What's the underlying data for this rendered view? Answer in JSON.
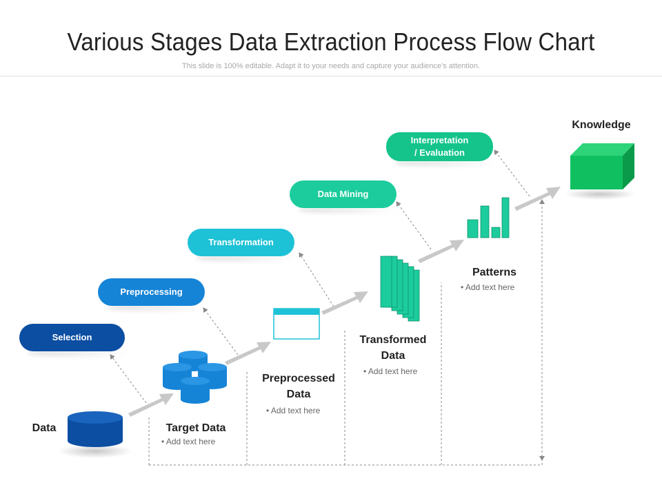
{
  "header": {
    "title": "Various Stages Data Extraction Process Flow Chart",
    "subtitle": "This slide is 100% editable. Adapt it to your needs and capture your audience’s attention."
  },
  "steps": [
    {
      "label": "Selection",
      "color": "#0b4ea2"
    },
    {
      "label": "Preprocessing",
      "color": "#1684d6"
    },
    {
      "label": "Transformation",
      "color": "#1ec2d6"
    },
    {
      "label": "Data Mining",
      "color": "#1ccc9c"
    },
    {
      "label": "Interpretation\n/ Evaluation",
      "color": "#14c48a"
    }
  ],
  "nodes": {
    "data": {
      "label": "Data"
    },
    "target_data": {
      "label": "Target Data",
      "note": "Add text here"
    },
    "preprocessed_data": {
      "label": "Preprocessed\nData",
      "note": "Add text here"
    },
    "transformed_data": {
      "label": "Transformed\nData",
      "note": "Add text here"
    },
    "patterns": {
      "label": "Patterns",
      "note": "Add text here"
    },
    "knowledge": {
      "label": "Knowledge"
    }
  },
  "colors": {
    "data_cylinder": "#0b4ea2",
    "target_cylinders": "#1684d6",
    "preprocessed_window": "#1ec2d6",
    "transformed_stack": "#1ccc9c",
    "patterns_bars": "#1ccc9c",
    "knowledge_cube": "#10c060",
    "arrows": "#c8c8c8",
    "dashed": "#8a8a8a"
  },
  "icons": [
    "database-icon",
    "database-cluster-icon",
    "window-icon",
    "document-stack-icon",
    "bar-chart-icon",
    "cube-icon"
  ]
}
